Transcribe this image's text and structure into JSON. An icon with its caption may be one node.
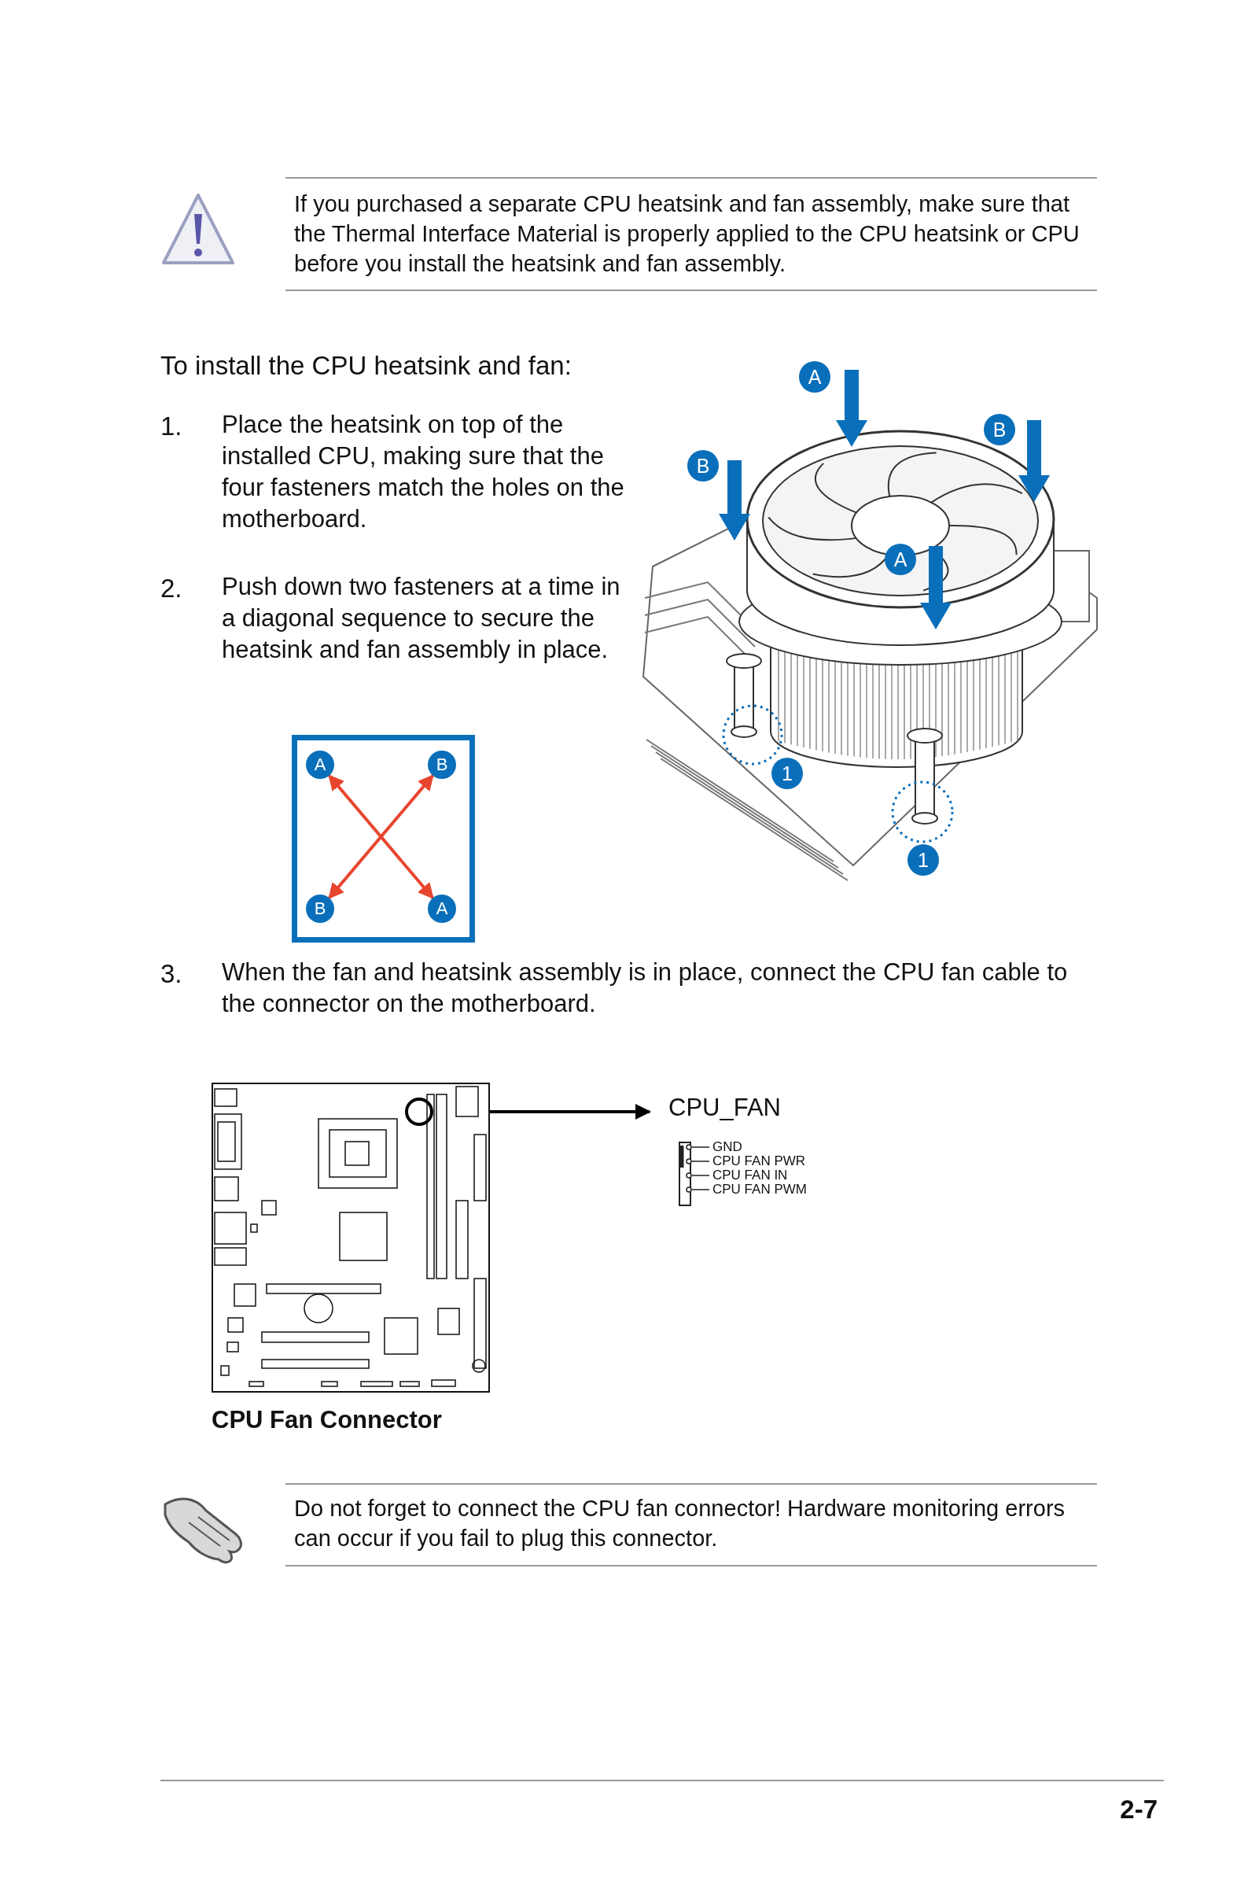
{
  "diagram": {
    "nodes": [
      {
        "text": [
          "A"
        ]
      },
      {
        "text": [
          "B"
        ]
      },
      {
        "text": [
          "B"
        ]
      },
      {
        "text": [
          "A"
        ]
      },
      {
        "text": [
          "1"
        ]
      },
      {
        "text": [
          "1"
        ]
      },
      {
        "text": [],
        "shape": "box"
      },
      {
        "text": [
          "A"
        ],
        "in": 6
      },
      {
        "text": [
          "B"
        ],
        "in": 6
      },
      {
        "text": [
          "B"
        ],
        "in": 6
      },
      {
        "text": [
          "A"
        ],
        "in": 6
      },
      {
        "text": [],
        "shape": "picture"
      },
      {
        "text": [],
        "shape": "circle",
        "in": 11
      },
      {
        "text": [
          "CPU_FAN"
        ]
      }
    ],
    "edges": [
      {
        "from": 7,
        "to": 10,
        "arrow": "both",
        "color": "#e8452f"
      },
      {
        "from": 8,
        "to": 9,
        "arrow": "both",
        "color": "#e8452f"
      },
      {
        "from": 12,
        "to": 13,
        "arrow": "to",
        "color": "#000000"
      }
    ],
    "labels": [
      "If you purchased a separate CPU heatsink and fan assembly, make sure that the Thermal Interface Material is properly applied to the CPU heatsink or CPU before you install the heatsink and fan assembly.",
      "To install the CPU heatsink and fan:",
      "1.",
      "Place the heatsink on top of the installed CPU, making sure that the four fasteners match the holes on the motherboard.",
      "2.",
      "Push down two fasteners at a time in a diagonal sequence to secure the heatsink and fan assembly in place.",
      "3.",
      "When the fan and heatsink assembly is in place, connect the CPU fan cable to the connector on the motherboard.",
      "GND",
      "CPU FAN PWR",
      "CPU FAN IN",
      "CPU FAN PWM",
      "CPU Fan Connector",
      "Do not forget to connect the CPU fan connector! Hardware monitoring errors can occur if you fail to plug this connector.",
      "2-7"
    ]
  }
}
